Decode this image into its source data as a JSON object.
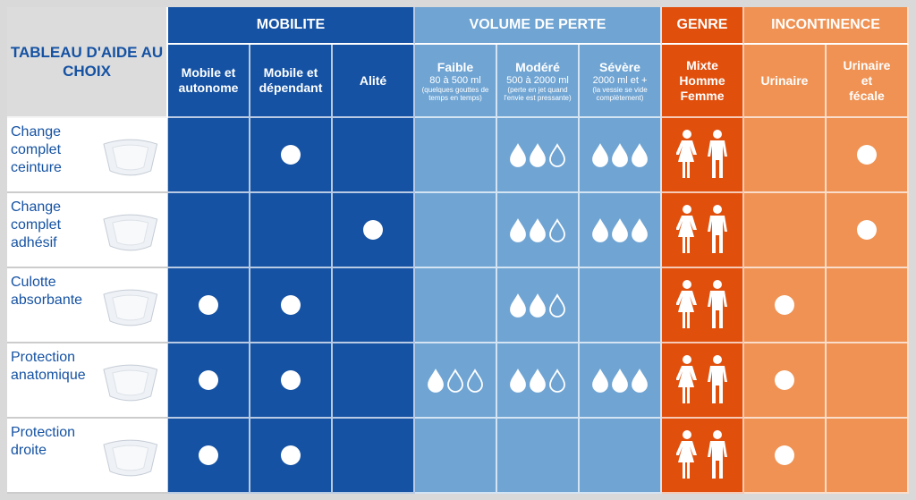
{
  "title": "TABLEAU D'AIDE AU CHOIX",
  "groups": {
    "mobilite": "MOBILITE",
    "volume": "VOLUME DE PERTE",
    "genre": "GENRE",
    "incontinence": "INCONTINENCE"
  },
  "subheaders": {
    "mobile_autonome": "Mobile et autonome",
    "mobile_dependant": "Mobile et dépendant",
    "alite": "Alité",
    "faible": {
      "label": "Faible",
      "volume": "80 à 500 ml",
      "note": "(quelques gouttes de temps en temps)"
    },
    "modere": {
      "label": "Modéré",
      "volume": "500 à 2000 ml",
      "note": "(perte en jet quand l'envie est pressante)"
    },
    "severe": {
      "label": "Sévère",
      "volume": "2000 ml et +",
      "note": "(la vessie se vide complètement)"
    },
    "genre": "Mixte Homme Femme",
    "urinaire": "Urinaire",
    "urinaire_fecale": "Urinaire et fécale"
  },
  "colors": {
    "mobilite": "#1552a3",
    "volume": "#6fa4d3",
    "genre": "#e14f0c",
    "incontinence": "#ef9253"
  },
  "rows": [
    {
      "label": "Change complet ceinture",
      "mobility": [
        0,
        1,
        0
      ],
      "volume": [
        0,
        2,
        3
      ],
      "genre": true,
      "incontinence": [
        0,
        1
      ]
    },
    {
      "label": "Change complet adhésif",
      "mobility": [
        0,
        0,
        1
      ],
      "volume": [
        0,
        2,
        3
      ],
      "genre": true,
      "incontinence": [
        0,
        1
      ]
    },
    {
      "label": "Culotte absorbante",
      "mobility": [
        1,
        1,
        0
      ],
      "volume": [
        0,
        2,
        0
      ],
      "genre": true,
      "incontinence": [
        1,
        0
      ]
    },
    {
      "label": "Protection anatomique",
      "mobility": [
        1,
        1,
        0
      ],
      "volume": [
        1,
        2,
        3
      ],
      "genre": true,
      "incontinence": [
        1,
        0
      ]
    },
    {
      "label": "Protection droite",
      "mobility": [
        1,
        1,
        0
      ],
      "volume": [
        0,
        0,
        0
      ],
      "genre": true,
      "incontinence": [
        1,
        0
      ]
    }
  ]
}
